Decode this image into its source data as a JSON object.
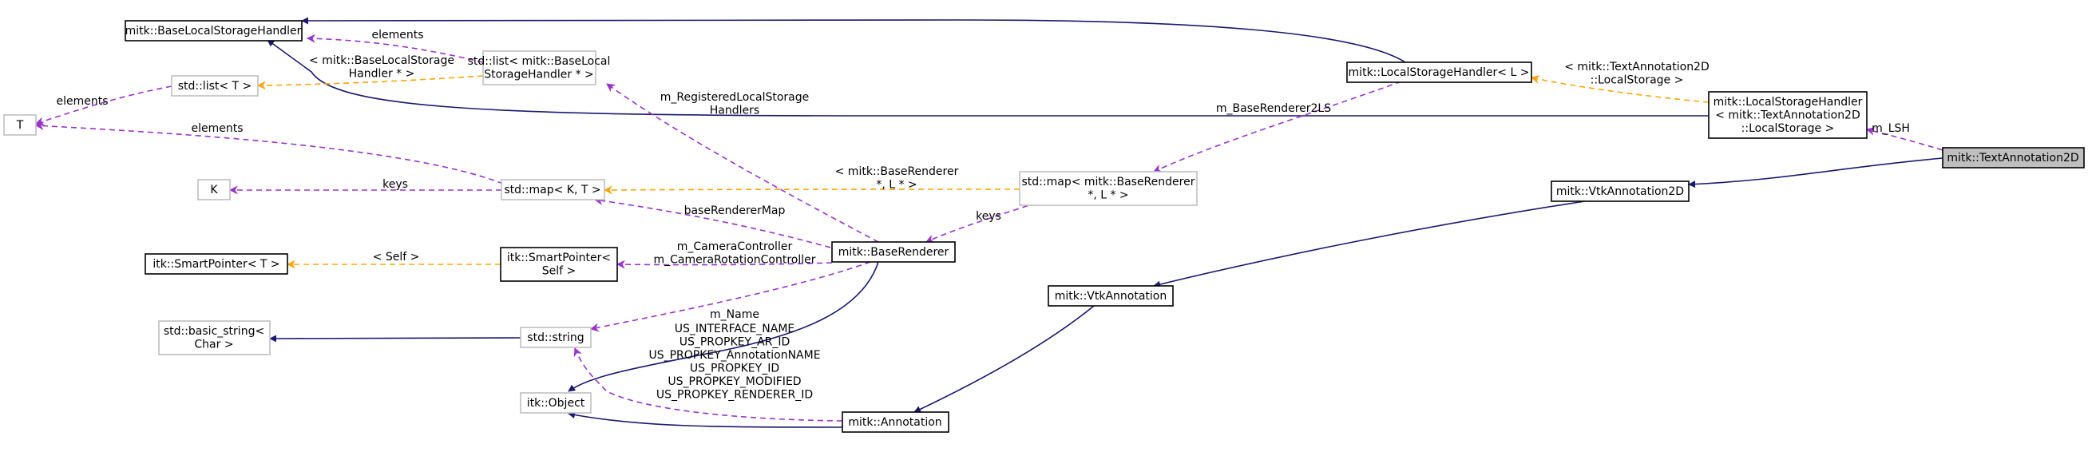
{
  "colors": {
    "inheritance": "#191970",
    "usage": "#9a32cd",
    "template": "#ffa500",
    "faint_border": "#bfbfbf",
    "focus_fill": "#bfbfbf"
  },
  "nodes": {
    "base_lsh": {
      "lines": [
        "mitk::BaseLocalStorageHandler"
      ]
    },
    "list_baselsh": {
      "lines": [
        "std::list< mitk::BaseLocal",
        "StorageHandler * >"
      ]
    },
    "list_t": {
      "lines": [
        "std::list< T >"
      ]
    },
    "t": {
      "lines": [
        "T"
      ]
    },
    "k": {
      "lines": [
        "K"
      ]
    },
    "map_kt": {
      "lines": [
        "std::map< K, T >"
      ]
    },
    "smartptr_t": {
      "lines": [
        "itk::SmartPointer< T >"
      ]
    },
    "smartptr_self": {
      "lines": [
        "itk::SmartPointer<",
        "Self >"
      ]
    },
    "basic_string": {
      "lines": [
        "std::basic_string<",
        "Char >"
      ]
    },
    "std_string": {
      "lines": [
        "std::string"
      ]
    },
    "itk_object": {
      "lines": [
        "itk::Object"
      ]
    },
    "base_renderer": {
      "lines": [
        "mitk::BaseRenderer"
      ]
    },
    "annotation": {
      "lines": [
        "mitk::Annotation"
      ]
    },
    "vtk_annotation": {
      "lines": [
        "mitk::VtkAnnotation"
      ]
    },
    "vtk_annotation2d": {
      "lines": [
        "mitk::VtkAnnotation2D"
      ]
    },
    "lsh_l": {
      "lines": [
        "mitk::LocalStorageHandler< L >"
      ]
    },
    "map_renderer": {
      "lines": [
        "std::map< mitk::BaseRenderer",
        "*, L * >"
      ]
    },
    "lsh_text": {
      "lines": [
        "mitk::LocalStorageHandler",
        "< mitk::TextAnnotation2D",
        "::LocalStorage >"
      ]
    },
    "text_annotation2d": {
      "lines": [
        "mitk::TextAnnotation2D"
      ]
    }
  },
  "edge_labels": {
    "elements_top": [
      "elements"
    ],
    "template_baselsh": [
      "< mitk::BaseLocalStorage",
      "Handler * >"
    ],
    "elements_list_t": [
      "elements"
    ],
    "elements_map": [
      "elements"
    ],
    "registered": [
      "m_RegisteredLocalStorage",
      "Handlers"
    ],
    "keys_map_kt": [
      "keys"
    ],
    "template_map_renderer": [
      "< mitk::BaseRenderer",
      "*, L * >"
    ],
    "base_renderer_map": [
      "baseRendererMap"
    ],
    "template_self": [
      "< Self >"
    ],
    "camera": [
      "m_CameraController",
      "m_CameraRotationController"
    ],
    "m_name": [
      "m_Name"
    ],
    "us_props": [
      "US_INTERFACE_NAME",
      "US_PROPKEY_AR_ID",
      "US_PROPKEY_AnnotationNAME",
      "US_PROPKEY_ID",
      "US_PROPKEY_MODIFIED",
      "US_PROPKEY_RENDERER_ID"
    ],
    "base_renderer_2ls": [
      "m_BaseRenderer2LS"
    ],
    "keys_map_renderer": [
      "keys"
    ],
    "template_text_ls": [
      "< mitk::TextAnnotation2D",
      "::LocalStorage >"
    ],
    "m_lsh": [
      "m_LSH"
    ]
  }
}
